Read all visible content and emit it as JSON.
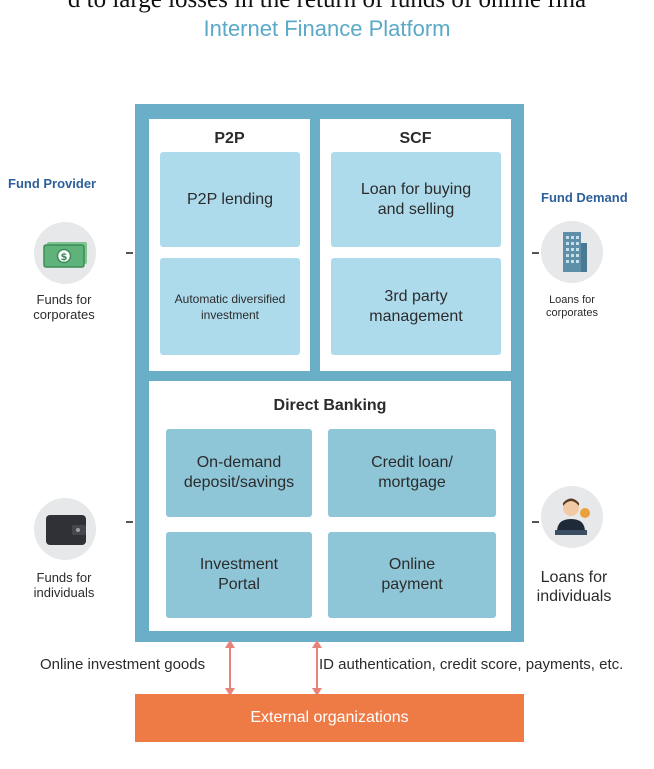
{
  "header": {
    "cut_text": "d to large losses in the return of funds of online fina",
    "title": "Internet Finance Platform"
  },
  "left": {
    "heading": "Fund Provider",
    "corporates_label": "Funds for\ncorporates",
    "individuals_label": "Funds for\nindividuals",
    "corporates_icon": "money-icon",
    "individuals_icon": "wallet-icon"
  },
  "right": {
    "heading": "Fund Demand",
    "corporates_label": "Loans for\ncorporates",
    "individuals_label": "Loans for\nindividuals",
    "corporates_icon": "building-icon",
    "individuals_icon": "person-icon"
  },
  "p2p": {
    "title": "P2P",
    "box1": "P2P lending",
    "box2": "Automatic diversified\ninvestment"
  },
  "scf": {
    "title": "SCF",
    "box1": "Loan for buying\nand selling",
    "box2": "3rd party\nmanagement"
  },
  "direct_banking": {
    "title": "Direct Banking",
    "box1": "On-demand\ndeposit/savings",
    "box2": "Credit loan/\nmortgage",
    "box3": "Investment\nPortal",
    "box4": "Online\npayment"
  },
  "bottom": {
    "left_text": "Online investment goods",
    "right_text": "ID authentication, credit score, payments, etc.",
    "external": "External organizations"
  },
  "colors": {
    "platform_frame": "#6aaec8",
    "box_light": "#aedbec",
    "box_mid": "#8ec6d8",
    "external": "#ee7a46",
    "arrow": "#e8837a",
    "title": "#5aa9c8",
    "side_heading": "#2d5f9a"
  }
}
